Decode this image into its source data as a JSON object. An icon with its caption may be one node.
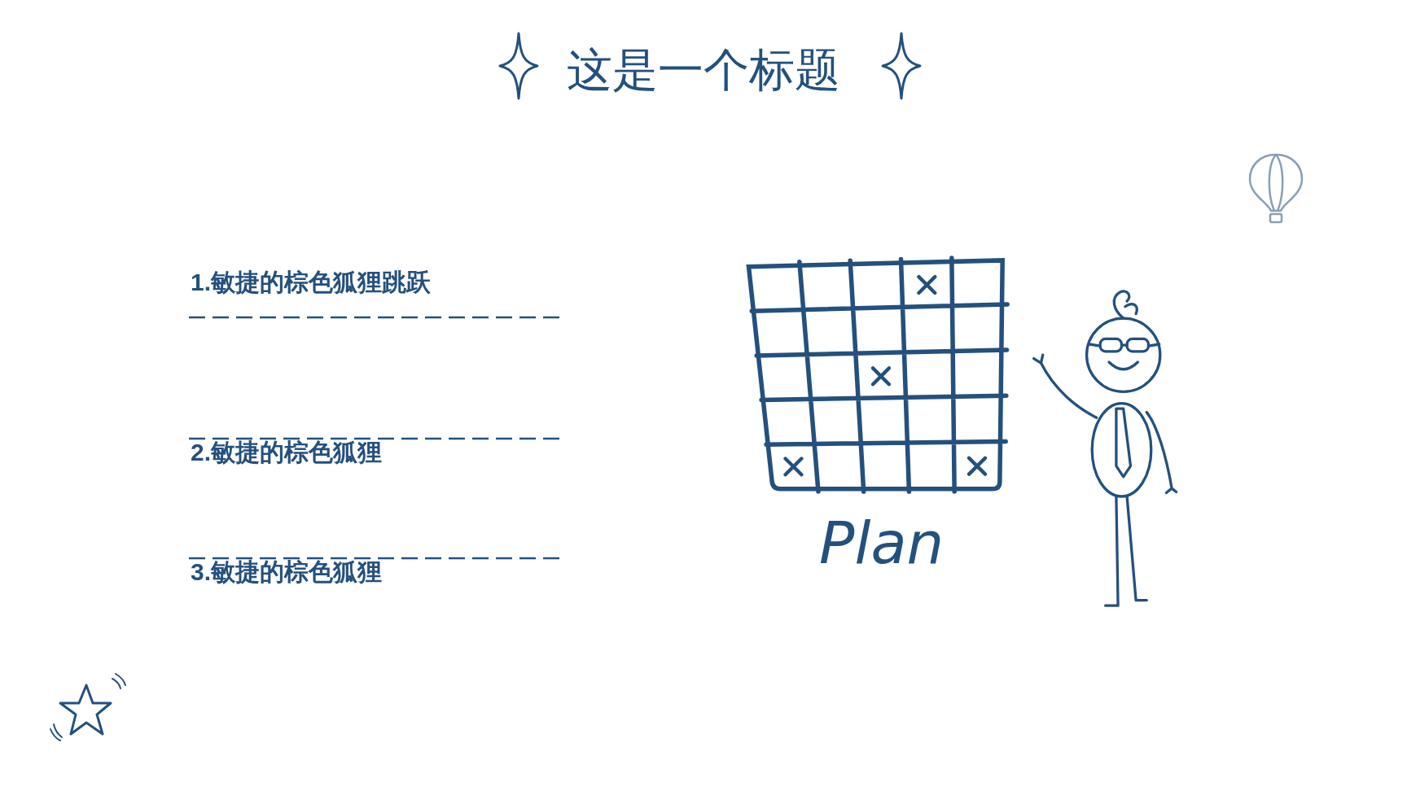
{
  "diagram": {
    "title": "这是一个标题",
    "labels": [
      "1.敏捷的棕色狐狸跳跃",
      "2.敏捷的棕色狐狸",
      "3.敏捷的棕色狐狸",
      "Plan"
    ]
  }
}
